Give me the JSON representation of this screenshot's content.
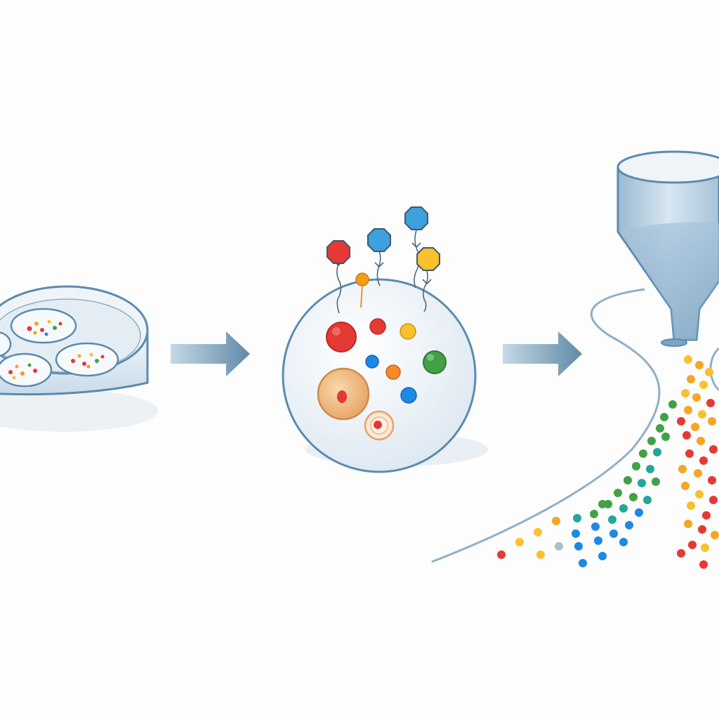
{
  "diagram": {
    "stages": [
      {
        "name": "petri-dish",
        "colors": [
          "#e53935",
          "#f39c12",
          "#43a047",
          "#1e88e5",
          "#fbc02d"
        ]
      },
      {
        "name": "labeled-cell",
        "colors": [
          "#e53935",
          "#f5a623",
          "#43a047",
          "#1e88e5",
          "#fbc02d"
        ]
      },
      {
        "name": "funnel-separation",
        "colors": [
          "#e53935",
          "#f5a623",
          "#43a047",
          "#1e88e5",
          "#fbc02d",
          "#26a69a"
        ]
      }
    ],
    "arrows": 2,
    "colors": {
      "outline": "#5b8bb0",
      "glass": "#eaf2f8",
      "arrow": "#6f97b4",
      "red": "#e53935",
      "orange": "#f5a623",
      "yellow": "#fbc02d",
      "green": "#43a047",
      "blue": "#1e88e5",
      "teal": "#26a69a",
      "grey": "#b0bec5"
    },
    "tag_icons": [
      "red-octagon-tag-icon",
      "blue-octagon-tag-icon",
      "blue-octagon-tag-icon",
      "yellow-octagon-tag-icon",
      "orange-pin-icon"
    ]
  }
}
